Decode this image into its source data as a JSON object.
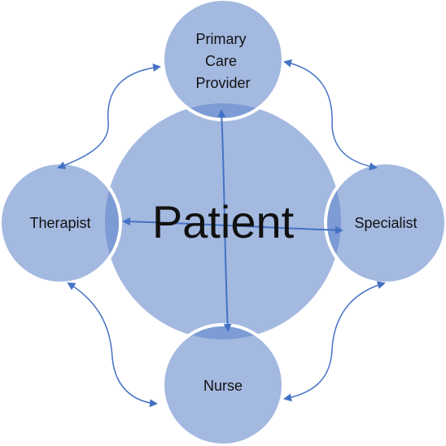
{
  "center": {
    "label": "Patient"
  },
  "satellites": {
    "top": {
      "lines": [
        "Primary",
        "Care",
        "Provider"
      ]
    },
    "left": {
      "lines": [
        "Therapist"
      ]
    },
    "right": {
      "lines": [
        "Specialist"
      ]
    },
    "bottom": {
      "lines": [
        "Nurse"
      ]
    }
  },
  "colors": {
    "circle_fill": "#a4b9e0",
    "overlap_fill": "#7d9bd4",
    "arrow": "#4472c4",
    "circle_stroke": "#ffffff",
    "text": "#111111"
  }
}
